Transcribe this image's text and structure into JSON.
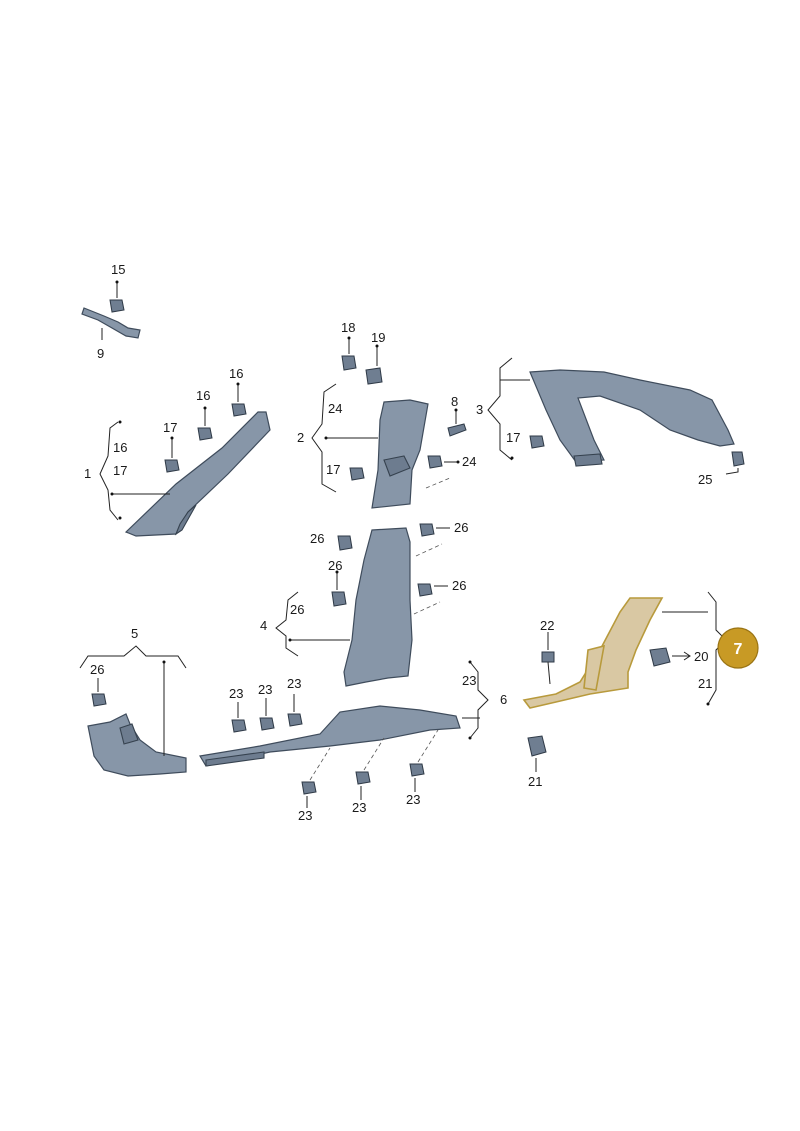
{
  "labels": {
    "p1": "1",
    "p2": "2",
    "p3": "3",
    "p4": "4",
    "p5": "5",
    "p6": "6",
    "p8": "8",
    "p9": "9",
    "p15": "15",
    "p16": "16",
    "p17": "17",
    "p18": "18",
    "p19": "19",
    "p20": "20",
    "p21": "21",
    "p22": "22",
    "p23": "23",
    "p24": "24",
    "p25": "25",
    "p26": "26"
  },
  "callout": {
    "number": "7",
    "color": "#c89a25"
  },
  "colors": {
    "part": "#8796a8",
    "highlight": "#d9c8a3",
    "outline": "#3f4c5c"
  }
}
